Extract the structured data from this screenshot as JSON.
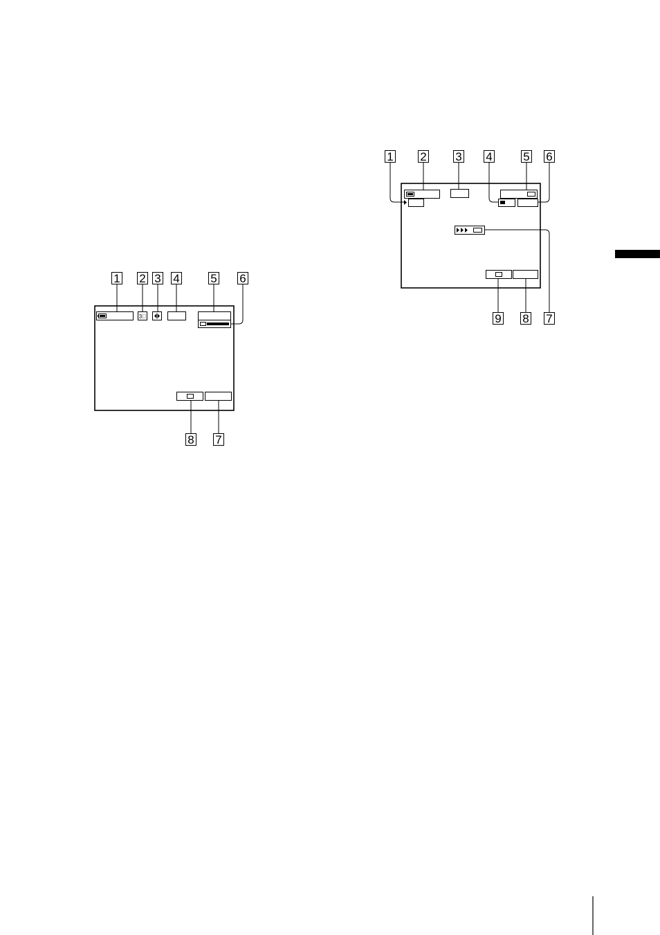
{
  "left_diagram": {
    "callouts_top": [
      "1",
      "2",
      "3",
      "4",
      "5",
      "6"
    ],
    "callouts_bottom": [
      "8",
      "7"
    ]
  },
  "right_diagram": {
    "callouts_top": [
      "1",
      "2",
      "3",
      "4",
      "5",
      "6"
    ],
    "callouts_bottom": [
      "9",
      "8",
      "7"
    ]
  }
}
